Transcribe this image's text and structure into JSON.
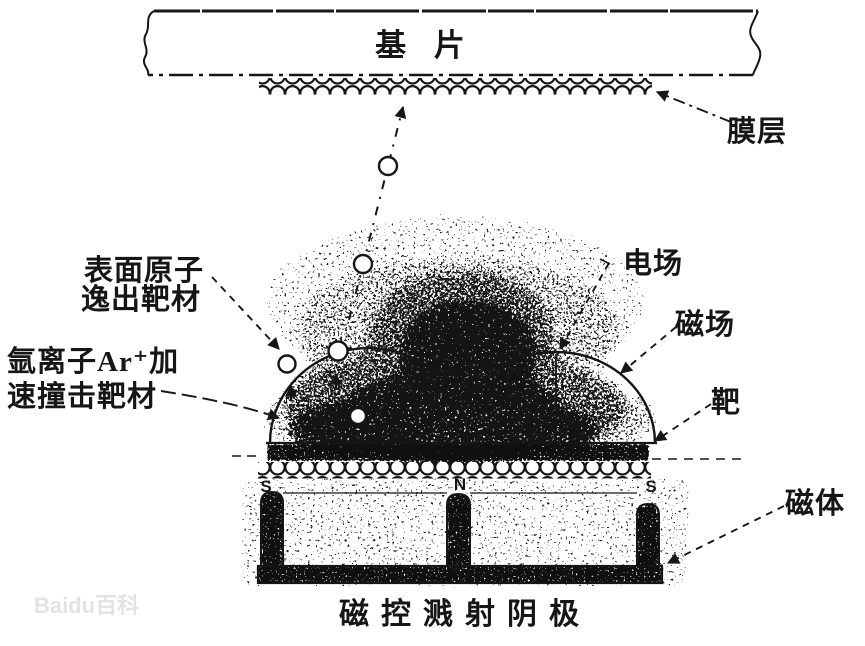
{
  "labels": {
    "substrate": "基 片",
    "film_layer": "膜层",
    "surface_atoms_1": "表面原子",
    "surface_atoms_2": "逸出靶材",
    "argon_1": "氩离子Ar⁺加",
    "argon_2": "速撞击靶材",
    "electric_field": "电场",
    "magnetic_field": "磁场",
    "target": "靶",
    "magnet": "磁体",
    "caption": "磁控溅射阴极"
  },
  "poles": {
    "left": "S",
    "center": "N",
    "right": "S"
  },
  "watermark": "Baidu百科",
  "colors": {
    "ink": "#161616",
    "paper": "#ffffff",
    "watermark": "#e3e3e3"
  }
}
